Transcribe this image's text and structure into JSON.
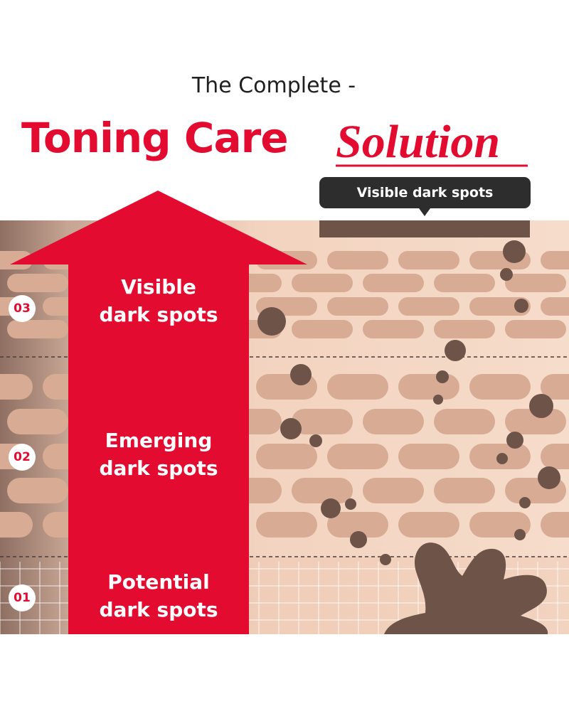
{
  "header": {
    "kicker": "The Complete -",
    "headline_main": "Toning Care",
    "headline_accent": "Solution"
  },
  "callout": {
    "label": "Visible dark spots"
  },
  "stages": [
    {
      "number": "03",
      "line1": "Visible",
      "line2": "dark spots"
    },
    {
      "number": "02",
      "line1": "Emerging",
      "line2": "dark spots"
    },
    {
      "number": "01",
      "line1": "Potential",
      "line2": "dark spots"
    }
  ],
  "colors": {
    "brand_red": "#e30b2f",
    "callout_dark": "#2d2d2d",
    "spot_brown": "#6e5448",
    "skin_light": "#f3d6c3",
    "cell_tan": "#d8ab94"
  },
  "icons": {
    "arrow": "up-arrow-icon",
    "spot": "dark-spot-icon",
    "splash": "pigment-splash-icon"
  }
}
